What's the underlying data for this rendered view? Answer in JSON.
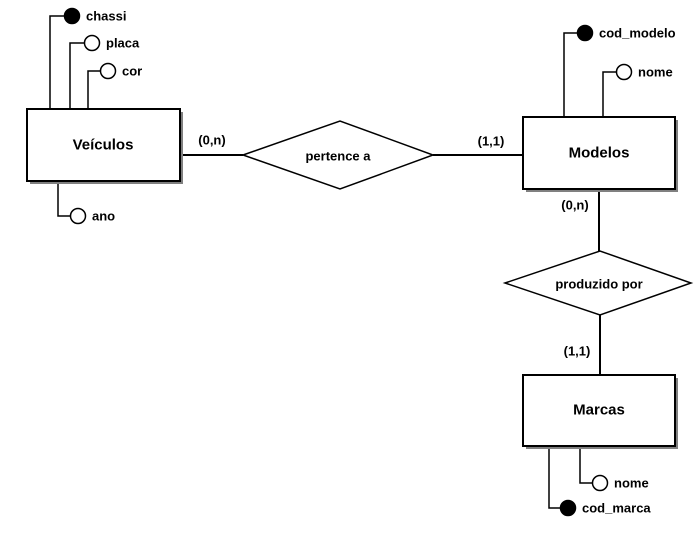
{
  "diagram": {
    "kind": "entity-relationship-diagram",
    "language": "pt-BR",
    "colors": {
      "background": "#ffffff",
      "line": "#000000",
      "text": "#000000",
      "shape_fill": "#ffffff",
      "key_attribute_fill": "#000000",
      "shadow": "#808080"
    },
    "entities": [
      {
        "id": "veiculos",
        "label": "Veículos",
        "attributes": [
          {
            "name": "chassi",
            "key": true
          },
          {
            "name": "placa",
            "key": false
          },
          {
            "name": "cor",
            "key": false
          },
          {
            "name": "ano",
            "key": false
          }
        ]
      },
      {
        "id": "modelos",
        "label": "Modelos",
        "attributes": [
          {
            "name": "cod_modelo",
            "key": true
          },
          {
            "name": "nome",
            "key": false
          }
        ]
      },
      {
        "id": "marcas",
        "label": "Marcas",
        "attributes": [
          {
            "name": "nome",
            "key": false
          },
          {
            "name": "cod_marca",
            "key": true
          }
        ]
      }
    ],
    "relationships": [
      {
        "id": "pertence-a",
        "label": "pertence a",
        "from_entity": "Veículos",
        "to_entity": "Modelos",
        "cardinality_from": "(0,n)",
        "cardinality_to": "(1,1)"
      },
      {
        "id": "produzido-por",
        "label": "produzido por",
        "from_entity": "Modelos",
        "to_entity": "Marcas",
        "cardinality_from": "(0,n)",
        "cardinality_to": "(1,1)"
      }
    ]
  }
}
